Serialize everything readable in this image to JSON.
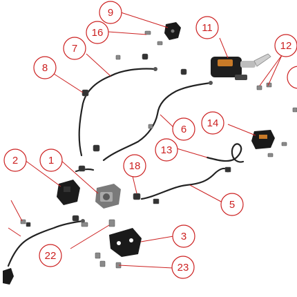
{
  "diagram": {
    "callouts": [
      {
        "id": "1",
        "label": "1"
      },
      {
        "id": "2",
        "label": "2"
      },
      {
        "id": "3",
        "label": "3"
      },
      {
        "id": "5",
        "label": "5"
      },
      {
        "id": "6",
        "label": "6"
      },
      {
        "id": "7",
        "label": "7"
      },
      {
        "id": "8",
        "label": "8"
      },
      {
        "id": "9",
        "label": "9"
      },
      {
        "id": "11",
        "label": "11"
      },
      {
        "id": "12",
        "label": "12"
      },
      {
        "id": "13",
        "label": "13"
      },
      {
        "id": "14",
        "label": "14"
      },
      {
        "id": "16",
        "label": "16"
      },
      {
        "id": "18",
        "label": "18"
      },
      {
        "id": "22",
        "label": "22"
      },
      {
        "id": "23",
        "label": "23"
      }
    ],
    "colors": {
      "callout": "#cc2020",
      "hose": "#222222",
      "part_dark": "#1a1a1a",
      "part_metal": "#9a9a9a",
      "reservoir": "#c87a28"
    }
  }
}
